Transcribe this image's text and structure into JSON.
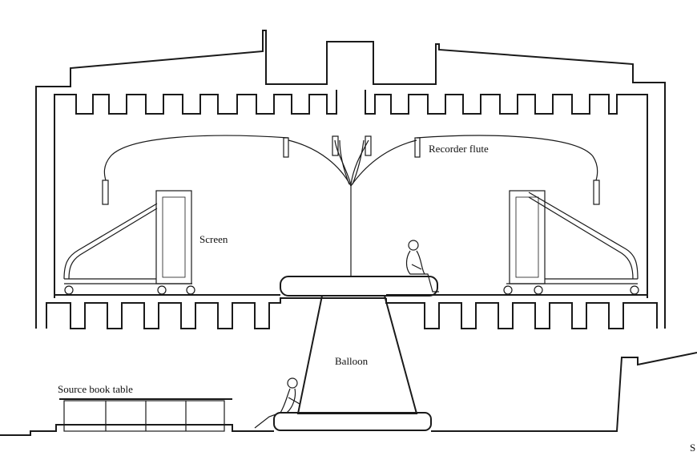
{
  "labels": {
    "recorder_flute": "Recorder flute",
    "screen": "Screen",
    "balloon": "Balloon",
    "source_book_table": "Source book table",
    "corner_mark": "S"
  }
}
